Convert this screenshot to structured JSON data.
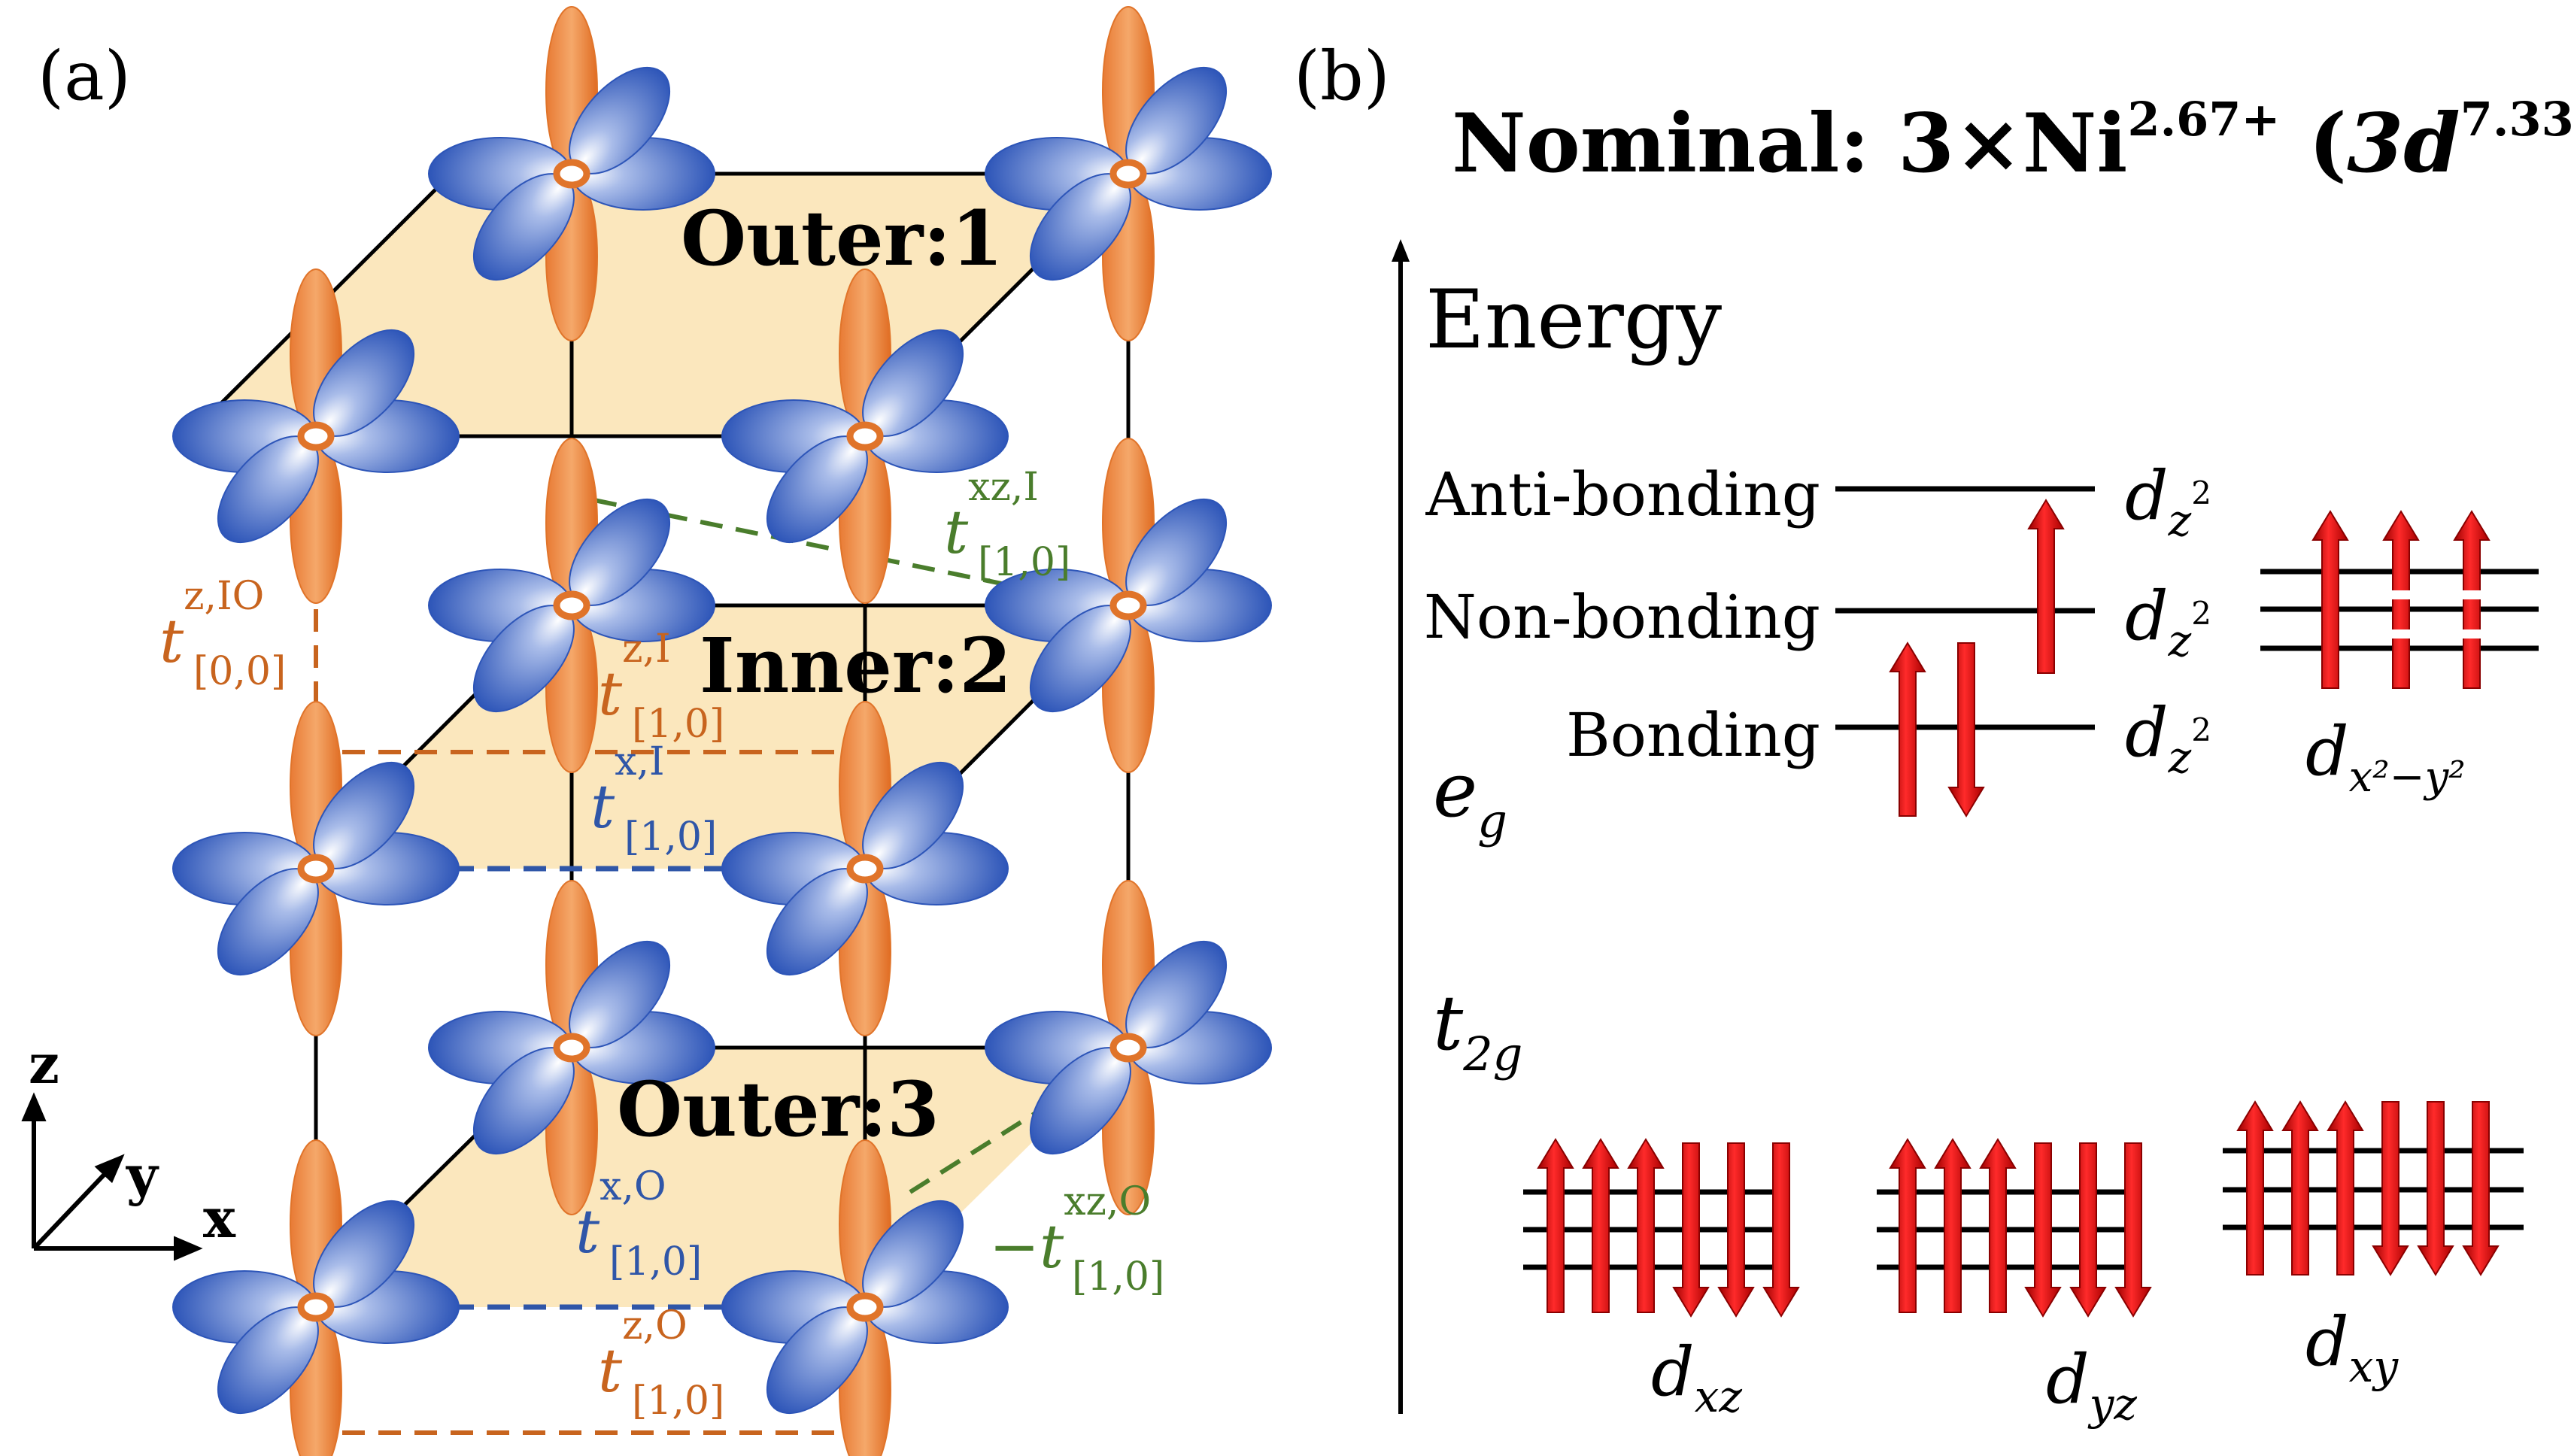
{
  "panel_a": {
    "label": "(a)",
    "layers": {
      "outer1": "Outer:1",
      "inner2": "Inner:2",
      "outer3": "Outer:3"
    },
    "axes": {
      "z": "z",
      "y": "y",
      "x": "x"
    },
    "hoppings": {
      "xzI": {
        "sup": "xz,I",
        "sub": "[1,0]",
        "prefix": ""
      },
      "zIO": {
        "sup": "z,IO",
        "sub": "[0,0]",
        "prefix": ""
      },
      "zI": {
        "sup": "z,I",
        "sub": "[1,0]",
        "prefix": ""
      },
      "xI": {
        "sup": "x,I",
        "sub": "[1,0]",
        "prefix": ""
      },
      "xO": {
        "sup": "x,O",
        "sub": "[1,0]",
        "prefix": ""
      },
      "xzO": {
        "sup": "xz,O",
        "sub": "[1,0]",
        "prefix": "−"
      },
      "zO": {
        "sup": "z,O",
        "sub": "[1,0]",
        "prefix": ""
      }
    },
    "hop_symbol": "t",
    "colors": {
      "dz2_lobe": "#e0742a",
      "dx2y2_lobe": "#3158b8",
      "plane": "#fbe7bd",
      "orange_text": "#c8641e",
      "blue_text": "#2f56a8",
      "green_text": "#4a7d2c"
    }
  },
  "panel_b": {
    "label": "(b)",
    "title": {
      "prefix": "Nominal: 3×Ni",
      "charge": "2.67+",
      "open": " (",
      "d": "3d",
      "count": "7.33",
      "close": ")"
    },
    "energy": "Energy",
    "levels": [
      {
        "label": "Anti-bonding",
        "orbital": "d",
        "sub": "z",
        "sup": "2"
      },
      {
        "label": "Non-bonding",
        "orbital": "d",
        "sub": "z",
        "sup": "2"
      },
      {
        "label": "Bonding",
        "orbital": "d",
        "sub": "z",
        "sup": "2"
      }
    ],
    "eg": {
      "main": "e",
      "sub": "g"
    },
    "t2g": {
      "main": "t",
      "sub": "2g"
    },
    "dx2y2": {
      "main": "d",
      "sub": "x²−y²"
    },
    "t2g_orbitals": [
      {
        "main": "d",
        "sub": "xz"
      },
      {
        "main": "d",
        "sub": "yz"
      },
      {
        "main": "d",
        "sub": "xy"
      }
    ],
    "colors": {
      "arrow": "#e01010"
    }
  }
}
